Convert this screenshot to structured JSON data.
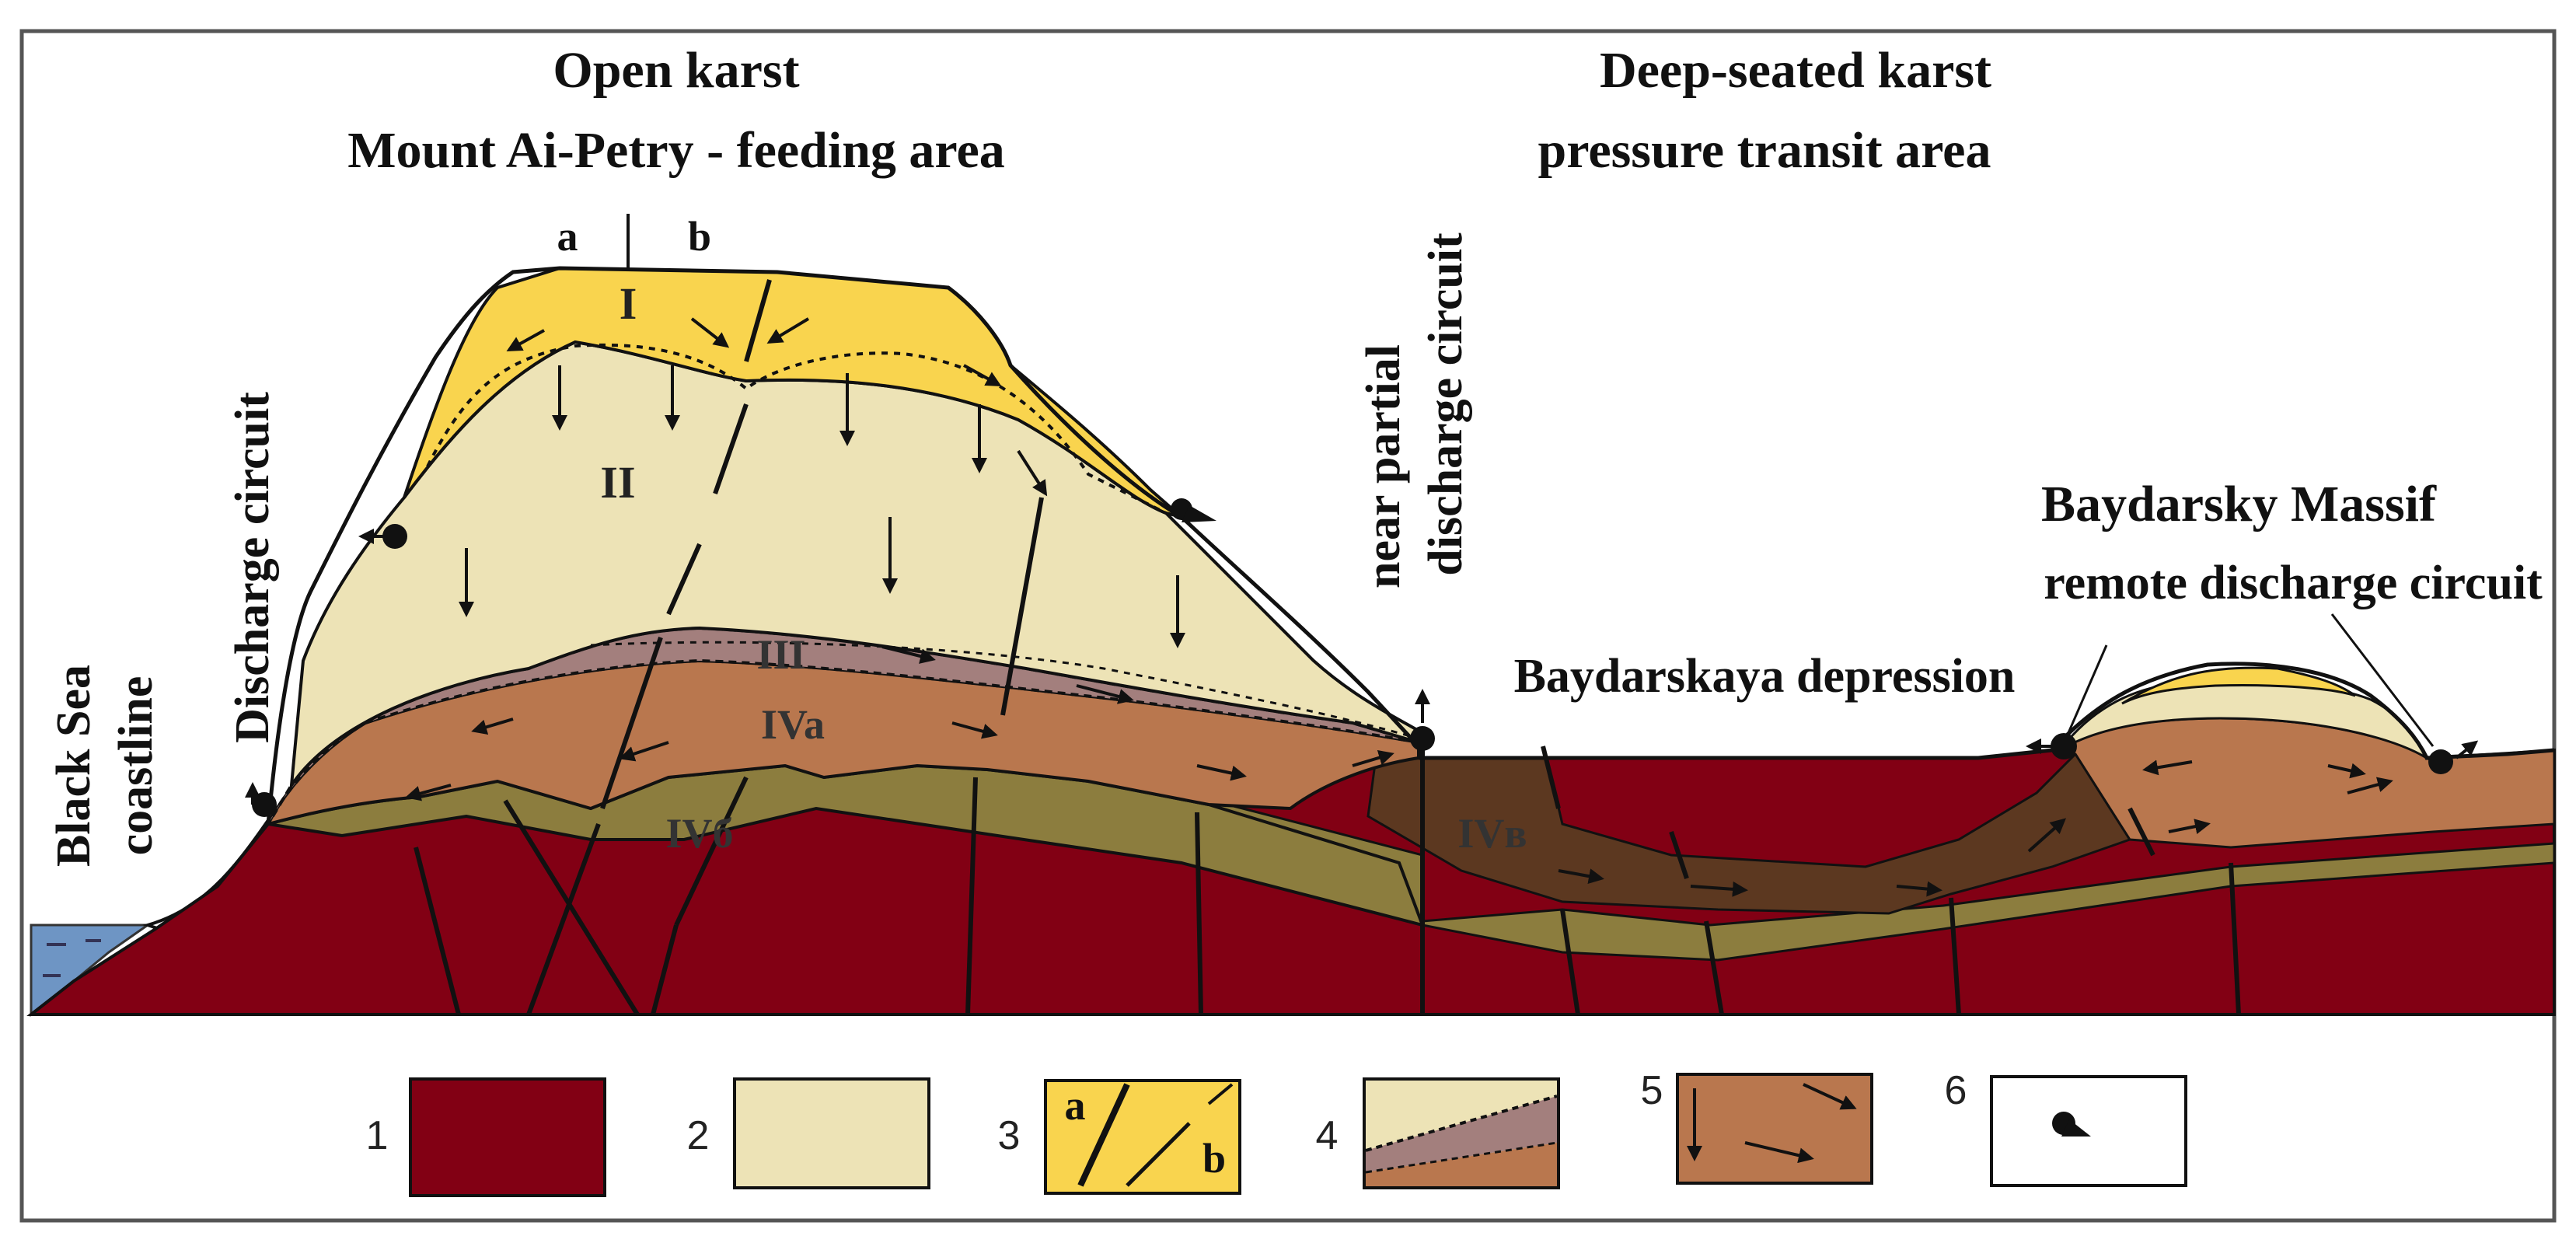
{
  "colors": {
    "basement": "#820014",
    "limestone": "#EDE3B6",
    "zone_i": "#F9D44E",
    "zone_iii": "#A37F7D",
    "zone_iva": "#B9774E",
    "zone_iv6": "#8C7D3E",
    "zone_ivb": "#5C3820",
    "sea": "#6E95C4",
    "outline": "#111111"
  },
  "titles": {
    "left_line1": "Open karst",
    "left_line2": "Mount Ai-Petry - feeding area",
    "right_line1": "Deep-seated karst",
    "right_line2": "pressure transit area"
  },
  "labels": {
    "a": "a",
    "b": "b",
    "discharge_circuit": "Discharge circuit",
    "near_partial_line1": "near partial",
    "near_partial_line2": "discharge circuit",
    "black_sea_line1": "Black Sea",
    "black_sea_line2": "coastline",
    "baydarsky_massif": "Baydarsky Massif",
    "remote_discharge": "remote discharge circuit",
    "baydarskaya_depression": "Baydarskaya depression"
  },
  "zones": {
    "I": "I",
    "II": "II",
    "III": "III",
    "IVa": "IVa",
    "IV6": "IVб",
    "IVb": "IVв"
  },
  "legend": {
    "items": [
      {
        "num": "1",
        "icon": "basement-swatch"
      },
      {
        "num": "2",
        "icon": "limestone-swatch"
      },
      {
        "num": "3",
        "icon": "fault-swatch",
        "sub_a": "a",
        "sub_b": "b"
      },
      {
        "num": "4",
        "icon": "zone-boundary-swatch"
      },
      {
        "num": "5",
        "icon": "flow-arrow-swatch"
      },
      {
        "num": "6",
        "icon": "spring-swatch"
      }
    ]
  }
}
